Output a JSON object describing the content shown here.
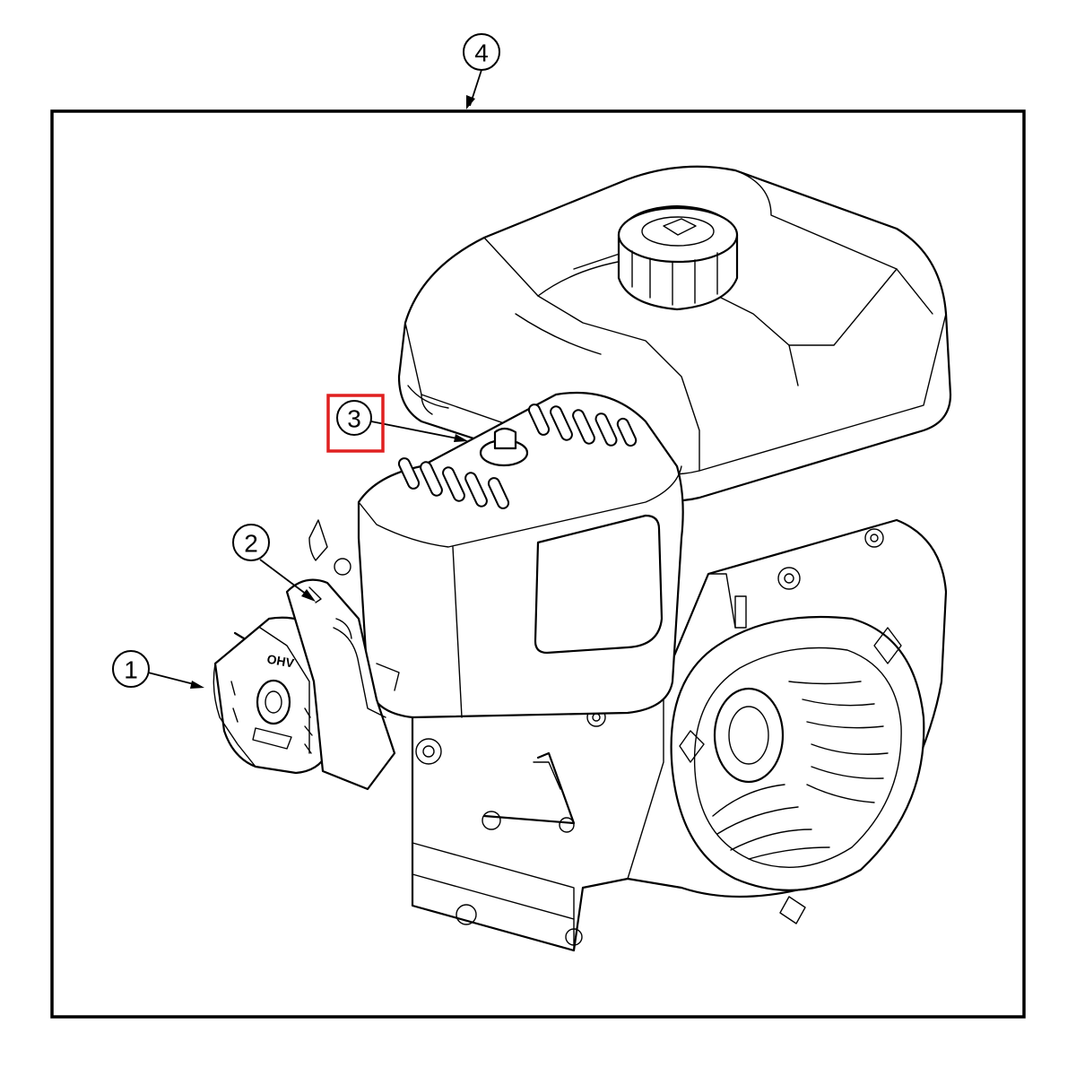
{
  "callouts": [
    {
      "id": "1",
      "label": "1"
    },
    {
      "id": "2",
      "label": "2"
    },
    {
      "id": "3",
      "label": "3"
    },
    {
      "id": "4",
      "label": "4"
    }
  ],
  "highlight": {
    "target": "3",
    "color": "#e02020"
  },
  "engine": {
    "badge_text": "OHV"
  }
}
